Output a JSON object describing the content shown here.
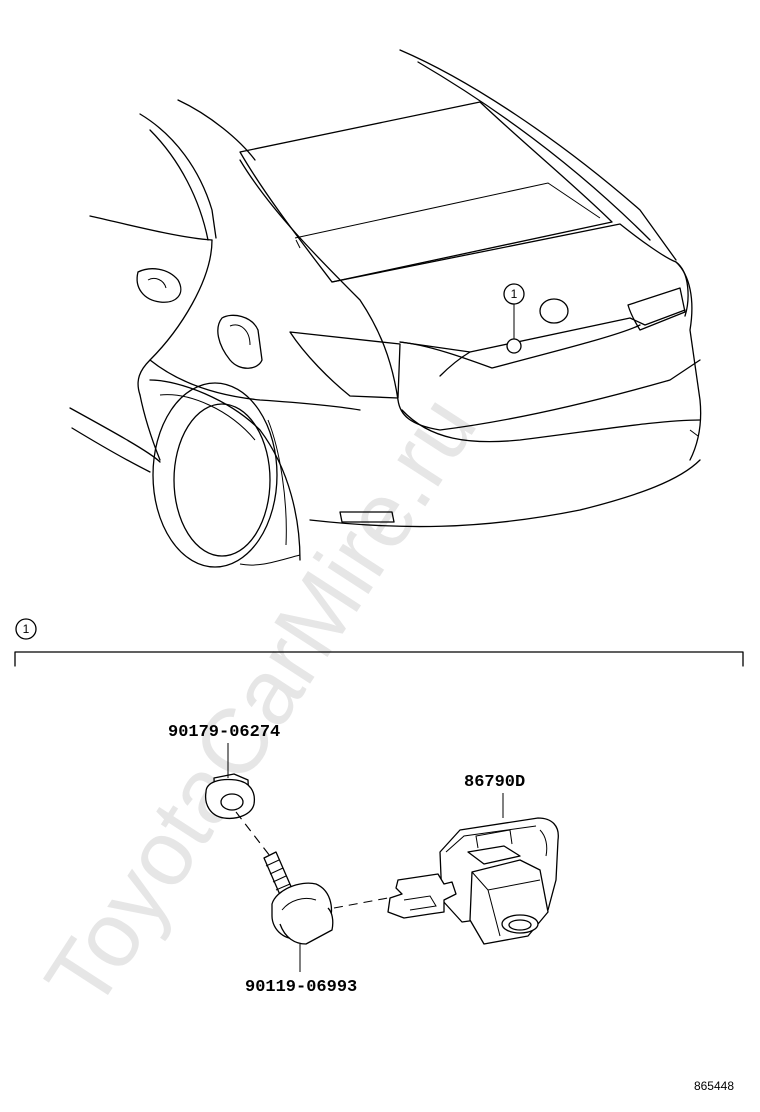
{
  "watermark": "ToyotaCarMire.ru",
  "callout": {
    "number": "1"
  },
  "section_marker": {
    "number": "1"
  },
  "parts": [
    {
      "number": "90179-06274"
    },
    {
      "number": "86790D"
    },
    {
      "number": "90119-06993"
    }
  ],
  "figure_id": "865448"
}
